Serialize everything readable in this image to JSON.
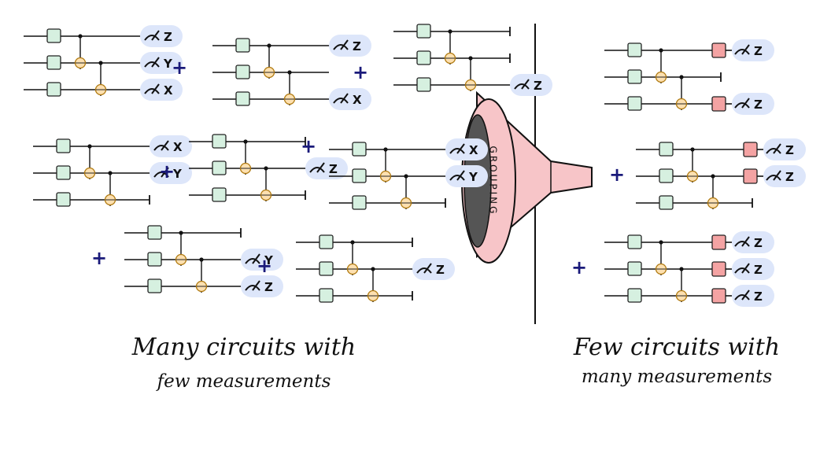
{
  "funnel_label": "GROUPING",
  "plus_sign": "+",
  "captions": {
    "left_line1": "Many circuits with",
    "left_line2": "few measurements",
    "right_line1": "Few circuits with",
    "right_line2": "many measurements"
  },
  "colors": {
    "gate": "#d6f0e0",
    "cnot_target": "#fde0b0",
    "measure_box": "#f4a3a3",
    "measure_bubble": "#dde6fa",
    "plus": "#1a1a7a",
    "funnel": "#f7c5c8",
    "funnel_hole": "#555555"
  },
  "left_circuits": [
    {
      "meas": [
        "Z",
        "Y",
        "X"
      ],
      "ends": [
        null,
        null,
        null
      ]
    },
    {
      "meas": [
        "Z",
        null,
        "X"
      ],
      "ends": [
        null,
        "line",
        null
      ]
    },
    {
      "meas": [
        null,
        null,
        "Z"
      ],
      "ends": [
        "bar",
        "bar",
        null
      ]
    },
    {
      "meas": [
        "X",
        "Y",
        null
      ],
      "ends": [
        null,
        null,
        "bar"
      ]
    },
    {
      "meas": [
        null,
        "Z",
        null
      ],
      "ends": [
        "bar",
        null,
        "bar"
      ]
    },
    {
      "meas": [
        "X",
        "Y",
        null
      ],
      "ends": [
        null,
        null,
        "bar"
      ]
    },
    {
      "meas": [
        null,
        "Y",
        "Z"
      ],
      "ends": [
        "bar",
        null,
        null
      ]
    },
    {
      "meas": [
        null,
        "Z",
        null
      ],
      "ends": [
        "bar",
        null,
        "bar"
      ]
    }
  ],
  "right_circuits": [
    {
      "meas": [
        "Z",
        null,
        "Z"
      ],
      "ends": [
        null,
        "bar",
        null
      ]
    },
    {
      "meas": [
        "Z",
        "Z",
        null
      ],
      "ends": [
        null,
        null,
        "bar"
      ]
    },
    {
      "meas": [
        "Z",
        "Z",
        "Z"
      ],
      "ends": [
        null,
        null,
        null
      ]
    }
  ]
}
